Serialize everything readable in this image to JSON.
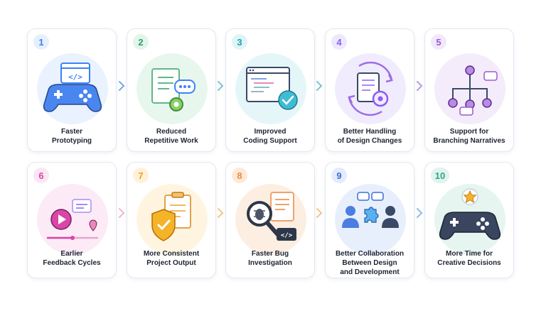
{
  "steps": [
    {
      "number": "1",
      "line1": "Faster",
      "line2": "Prototyping",
      "line3": "",
      "icon": "game-controller-code-icon",
      "color": "#3b82f6",
      "tint": "#eaf2ff"
    },
    {
      "number": "2",
      "line1": "Reduced",
      "line2": "Repetitive Work",
      "line3": "",
      "icon": "document-gear-icon",
      "color": "#22a06b",
      "tint": "#e8f7ee"
    },
    {
      "number": "3",
      "line1": "Improved",
      "line2": "Coding Support",
      "line3": "",
      "icon": "code-window-check-icon",
      "color": "#14a3b8",
      "tint": "#e5f6f8"
    },
    {
      "number": "4",
      "line1": "Better Handling",
      "line2": "of Design Changes",
      "line3": "",
      "icon": "document-refresh-gear-icon",
      "color": "#8b5cf6",
      "tint": "#f1ecfd"
    },
    {
      "number": "5",
      "line1": "Support for",
      "line2": "Branching Narratives",
      "line3": "",
      "icon": "branching-nodes-icon",
      "color": "#9b59d0",
      "tint": "#f4ecfb"
    },
    {
      "number": "6",
      "line1": "Earlier",
      "line2": "Feedback Cycles",
      "line3": "",
      "icon": "video-feedback-icon",
      "color": "#d946a8",
      "tint": "#fcebf6"
    },
    {
      "number": "7",
      "line1": "More Consistent",
      "line2": "Project Output",
      "line3": "",
      "icon": "shield-check-clipboard-icon",
      "color": "#f59e0b",
      "tint": "#fff4e0"
    },
    {
      "number": "8",
      "line1": "Faster Bug",
      "line2": "Investigation",
      "line3": "",
      "icon": "magnifier-bug-icon",
      "color": "#f08a3c",
      "tint": "#fdeee2"
    },
    {
      "number": "9",
      "line1": "Better Collaboration",
      "line2": "Between Design",
      "line3": "and Development",
      "icon": "team-puzzle-icon",
      "color": "#3b6fd8",
      "tint": "#e8effc"
    },
    {
      "number": "10",
      "line1": "More Time for",
      "line2": "Creative Decisions",
      "line3": "",
      "icon": "game-controller-star-icon",
      "color": "#2ea58a",
      "tint": "#e6f5f0"
    }
  ],
  "colors": {
    "chevron_row1": "#7aa7e8",
    "chevron_row2": "#efb6cf"
  }
}
